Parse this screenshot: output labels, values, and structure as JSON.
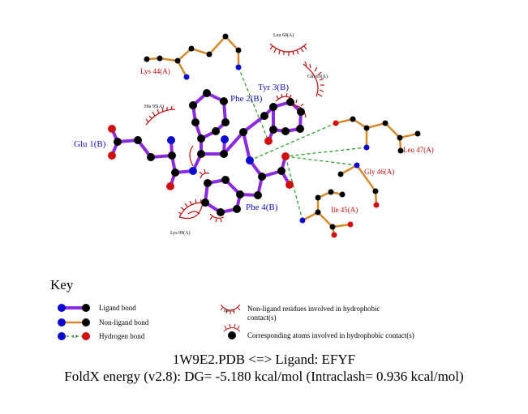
{
  "ligand_residues": [
    {
      "id": "glu1",
      "label": "Glu 1(B)"
    },
    {
      "id": "phe2",
      "label": "Phe 2(B)"
    },
    {
      "id": "tyr3",
      "label": "Tyr 3(B)"
    },
    {
      "id": "phe4",
      "label": "Phe 4(B)"
    }
  ],
  "hbond_residues": [
    {
      "id": "lys44",
      "label": "Lys 44(A)"
    },
    {
      "id": "leu47",
      "label": "Leu 47(A)"
    },
    {
      "id": "gly46",
      "label": "Gly 46(A)"
    },
    {
      "id": "ile45",
      "label": "Ile 45(A)"
    }
  ],
  "hydrophobic_residues": [
    {
      "id": "leu60",
      "label": "Leu 60(A)"
    },
    {
      "id": "gln63",
      "label": "Gln 63(A)"
    },
    {
      "id": "his95",
      "label": "His 95(A)"
    },
    {
      "id": "lys99",
      "label": "Lys 99(A)"
    }
  ],
  "key": {
    "title": "Key",
    "ligand_bond": "Ligand bond",
    "non_ligand_bond": "Non-ligand bond",
    "hydrogen_bond": "Hydrogen bond",
    "hydrogen_bond_distance": "3.0",
    "hydrophobic_residue_label": "His 53",
    "hydrophobic_residue_line1": "Non-ligand residues involved in hydrophobic",
    "hydrophobic_residue_line2": "contact(s)",
    "hydrophobic_atoms": "Corresponding atoms involved in hydrophobic contact(s)"
  },
  "caption": {
    "line1": "1W9E2.PDB <=> Ligand: EFYF",
    "line2": "FoldX energy (v2.8): DG= -5.180 kcal/mol (Intraclash= 0.936 kcal/mol)"
  },
  "colors": {
    "ligand_bond": "#8a2be2",
    "non_ligand_bond": "#d4892b",
    "hbond": "#1a9e1a",
    "carbon": "#000000",
    "nitrogen": "#0a0ad0",
    "oxygen": "#d01010",
    "ligand_label": "#1010c0",
    "protein_label": "#c01010",
    "hydrophobic_arc": "#c01010"
  }
}
